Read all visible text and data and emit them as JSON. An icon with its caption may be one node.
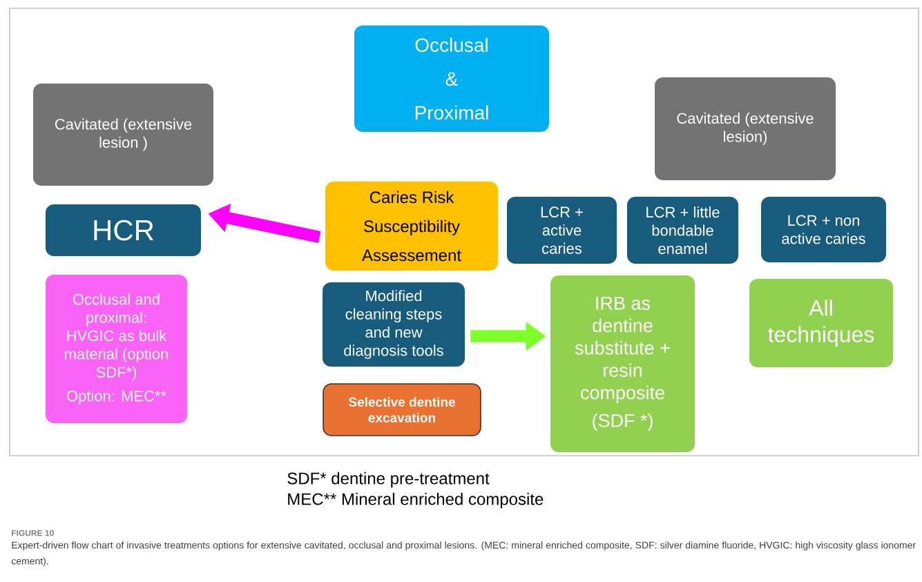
{
  "diagram": {
    "caption": "Expert-driven flow chart of invasive treatments options for extensive cavitated, occlusal and proximal lesions. (MEC: mineral enriched composite, SDF: silver diamine fluoride, HVGIC: high viscosity glass ionomer cement).",
    "nodes": [
      {
        "text": [
          "Occlusal & Proximal"
        ]
      },
      {
        "text": [
          "Cavitated (extensive lesion )"
        ]
      },
      {
        "text": [
          "Cavitated (extensive lesion)"
        ]
      },
      {
        "text": [
          "HCR"
        ]
      },
      {
        "text": [
          "Caries Risk Susceptibility Assessement"
        ]
      },
      {
        "text": [
          "LCR + active caries"
        ]
      },
      {
        "text": [
          "LCR + little bondable enamel"
        ]
      },
      {
        "text": [
          "LCR + non active caries"
        ]
      },
      {
        "text": [
          "Occlusal and proximal: HVGIC as bulk material (option SDF*)",
          "Option: MEC**"
        ]
      },
      {
        "text": [
          "Modified cleaning steps and new diagnosis tools"
        ]
      },
      {
        "text": [
          "IRB as dentine substitute + resin composite",
          "(SDF *)"
        ]
      },
      {
        "text": [
          "All techniques"
        ]
      },
      {
        "text": [
          "Selective dentine excavation"
        ]
      }
    ],
    "edges": [
      {
        "from": 4,
        "to": 3,
        "arrow": "to",
        "color": "#ff00ff"
      },
      {
        "from": 9,
        "to": 10,
        "arrow": "to",
        "color": "#7fff2a"
      }
    ],
    "labels": [
      "SDF* dentine pre-treatment",
      "MEC** Mineral enriched composite",
      "FIGURE 10"
    ]
  }
}
